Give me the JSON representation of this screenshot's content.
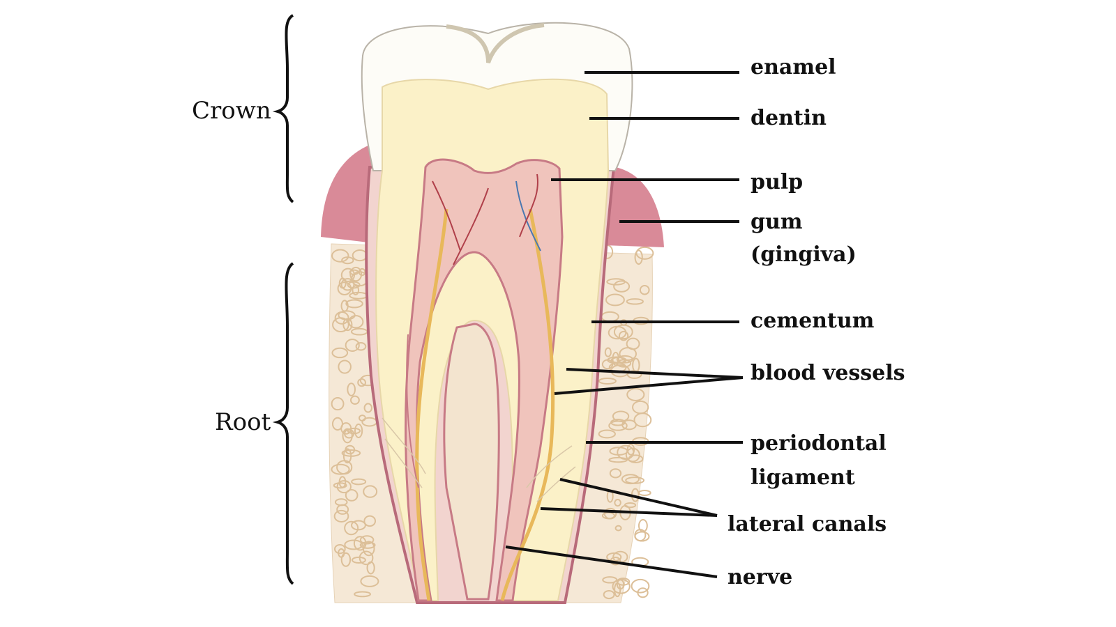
{
  "title": "Tooth anatomy",
  "sections": {
    "crown": "Crown",
    "root": "Root"
  },
  "labels": {
    "enamel": "enamel",
    "dentin": "dentin",
    "pulp": "pulp",
    "gum": "gum",
    "gum_sub": "(gingiva)",
    "cementum": "cementum",
    "blood_vessels": "blood vessels",
    "periodontal": "periodontal",
    "periodontal_sub": "ligament",
    "lateral_canals": "lateral canals",
    "nerve": "nerve"
  },
  "colors": {
    "enamel": "#fdfcf7",
    "dentin": "#fbf1c8",
    "pulp": "#f0c4bc",
    "gum": "#d98a98",
    "bone": "#f3e4cf",
    "nerve": "#e8b85a"
  }
}
